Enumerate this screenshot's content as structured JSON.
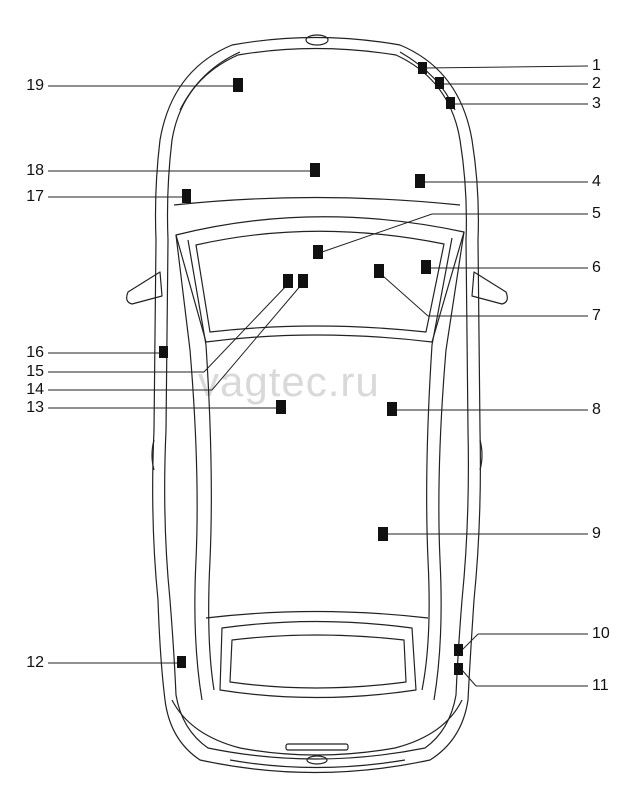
{
  "watermark": "vagtec.ru",
  "callouts": [
    "1",
    "2",
    "3",
    "4",
    "5",
    "6",
    "7",
    "8",
    "9",
    "10",
    "11",
    "12",
    "13",
    "14",
    "15",
    "16",
    "17",
    "18",
    "19"
  ]
}
